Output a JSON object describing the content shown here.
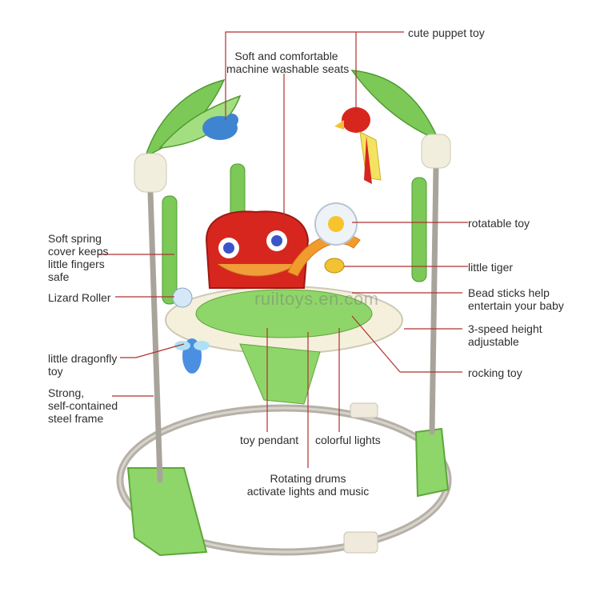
{
  "labels": {
    "puppet": "cute puppet toy",
    "seats_line1": "Soft and comfortable",
    "seats_line2": "machine washable seats",
    "spring_line1": "Soft spring",
    "spring_line2": "cover keeps",
    "spring_line3": "little fingers",
    "spring_line4": "safe",
    "lizard": "Lizard Roller",
    "dragonfly_line1": "little dragonfly",
    "dragonfly_line2": "toy",
    "frame_line1": "Strong,",
    "frame_line2": "self-contained",
    "frame_line3": "steel frame",
    "rotatable": "rotatable toy",
    "tiger": "little tiger",
    "bead_line1": "Bead sticks help",
    "bead_line2": "entertain your baby",
    "height_line1": "3-speed height",
    "height_line2": "adjustable",
    "rocking": "rocking toy",
    "pendant": "toy pendant",
    "lights": "colorful lights",
    "drums_line1": "Rotating drums",
    "drums_line2": "activate lights and music"
  },
  "watermark": "ruiltoys.en.com",
  "colors": {
    "leader": "#b03030",
    "frame_metal": "#a9a49b",
    "leaf_green": "#6fbf4a",
    "base_green": "#7cc957",
    "seat_red": "#d7261e",
    "tray_cream": "#f4f0dc"
  }
}
